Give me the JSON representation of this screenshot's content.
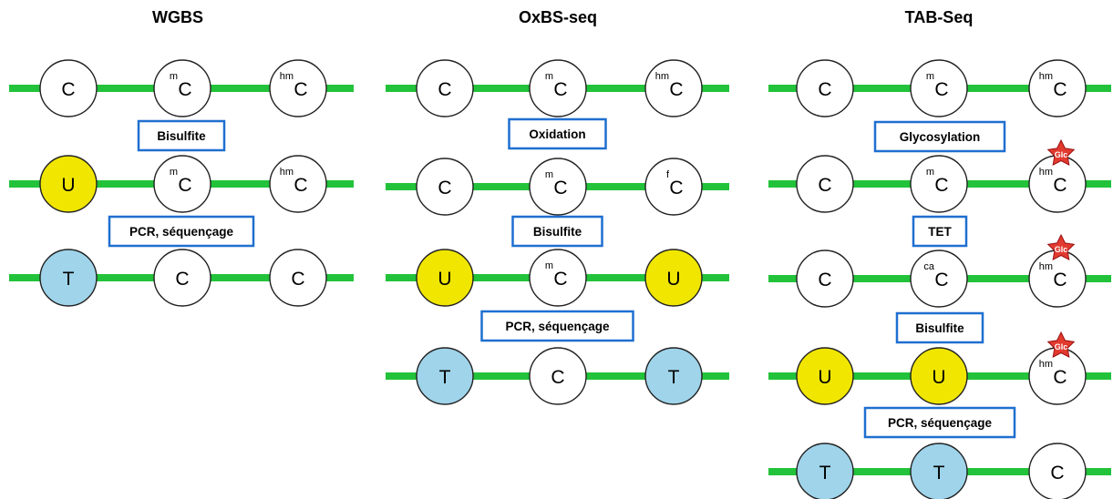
{
  "colors": {
    "strand": "#22c33a",
    "unmodified": "#ffffff",
    "uracil": "#f0e600",
    "thymine": "#9fd4ea",
    "step_border": "#1f6fd0",
    "glucose": "#e23a2f"
  },
  "columns": [
    {
      "title": "WGBS",
      "rows": [
        {
          "bases": [
            {
              "letter": "C",
              "mod": "",
              "color": "white"
            },
            {
              "letter": "C",
              "mod": "m",
              "color": "white"
            },
            {
              "letter": "C",
              "mod": "hm",
              "color": "white"
            }
          ]
        },
        {
          "bases": [
            {
              "letter": "U",
              "mod": "",
              "color": "yellow"
            },
            {
              "letter": "C",
              "mod": "m",
              "color": "white"
            },
            {
              "letter": "C",
              "mod": "hm",
              "color": "white"
            }
          ]
        },
        {
          "bases": [
            {
              "letter": "T",
              "mod": "",
              "color": "blue"
            },
            {
              "letter": "C",
              "mod": "",
              "color": "white"
            },
            {
              "letter": "C",
              "mod": "",
              "color": "white"
            }
          ]
        }
      ],
      "steps": [
        "Bisulfite",
        "PCR, séquençage"
      ]
    },
    {
      "title": "OxBS-seq",
      "rows": [
        {
          "bases": [
            {
              "letter": "C",
              "mod": "",
              "color": "white"
            },
            {
              "letter": "C",
              "mod": "m",
              "color": "white"
            },
            {
              "letter": "C",
              "mod": "hm",
              "color": "white"
            }
          ]
        },
        {
          "bases": [
            {
              "letter": "C",
              "mod": "",
              "color": "white"
            },
            {
              "letter": "C",
              "mod": "m",
              "color": "white"
            },
            {
              "letter": "C",
              "mod": "f",
              "color": "white"
            }
          ]
        },
        {
          "bases": [
            {
              "letter": "U",
              "mod": "",
              "color": "yellow"
            },
            {
              "letter": "C",
              "mod": "m",
              "color": "white"
            },
            {
              "letter": "U",
              "mod": "",
              "color": "yellow"
            }
          ]
        },
        {
          "bases": [
            {
              "letter": "T",
              "mod": "",
              "color": "blue"
            },
            {
              "letter": "C",
              "mod": "",
              "color": "white"
            },
            {
              "letter": "T",
              "mod": "",
              "color": "blue"
            }
          ]
        }
      ],
      "steps": [
        "Oxidation",
        "Bisulfite",
        "PCR, séquençage"
      ]
    },
    {
      "title": "TAB-Seq",
      "rows": [
        {
          "bases": [
            {
              "letter": "C",
              "mod": "",
              "color": "white"
            },
            {
              "letter": "C",
              "mod": "m",
              "color": "white"
            },
            {
              "letter": "C",
              "mod": "hm",
              "color": "white"
            }
          ]
        },
        {
          "bases": [
            {
              "letter": "C",
              "mod": "",
              "color": "white"
            },
            {
              "letter": "C",
              "mod": "m",
              "color": "white"
            },
            {
              "letter": "C",
              "mod": "hm",
              "color": "white",
              "glc": "Glc"
            }
          ]
        },
        {
          "bases": [
            {
              "letter": "C",
              "mod": "",
              "color": "white"
            },
            {
              "letter": "C",
              "mod": "ca",
              "color": "white"
            },
            {
              "letter": "C",
              "mod": "hm",
              "color": "white",
              "glc": "Glc"
            }
          ]
        },
        {
          "bases": [
            {
              "letter": "U",
              "mod": "",
              "color": "yellow"
            },
            {
              "letter": "U",
              "mod": "",
              "color": "yellow"
            },
            {
              "letter": "C",
              "mod": "hm",
              "color": "white",
              "glc": "Glc"
            }
          ]
        },
        {
          "bases": [
            {
              "letter": "T",
              "mod": "",
              "color": "blue"
            },
            {
              "letter": "T",
              "mod": "",
              "color": "blue"
            },
            {
              "letter": "C",
              "mod": "",
              "color": "white"
            }
          ]
        }
      ],
      "steps": [
        "Glycosylation",
        "TET",
        "Bisulfite",
        "PCR, séquençage"
      ]
    }
  ]
}
